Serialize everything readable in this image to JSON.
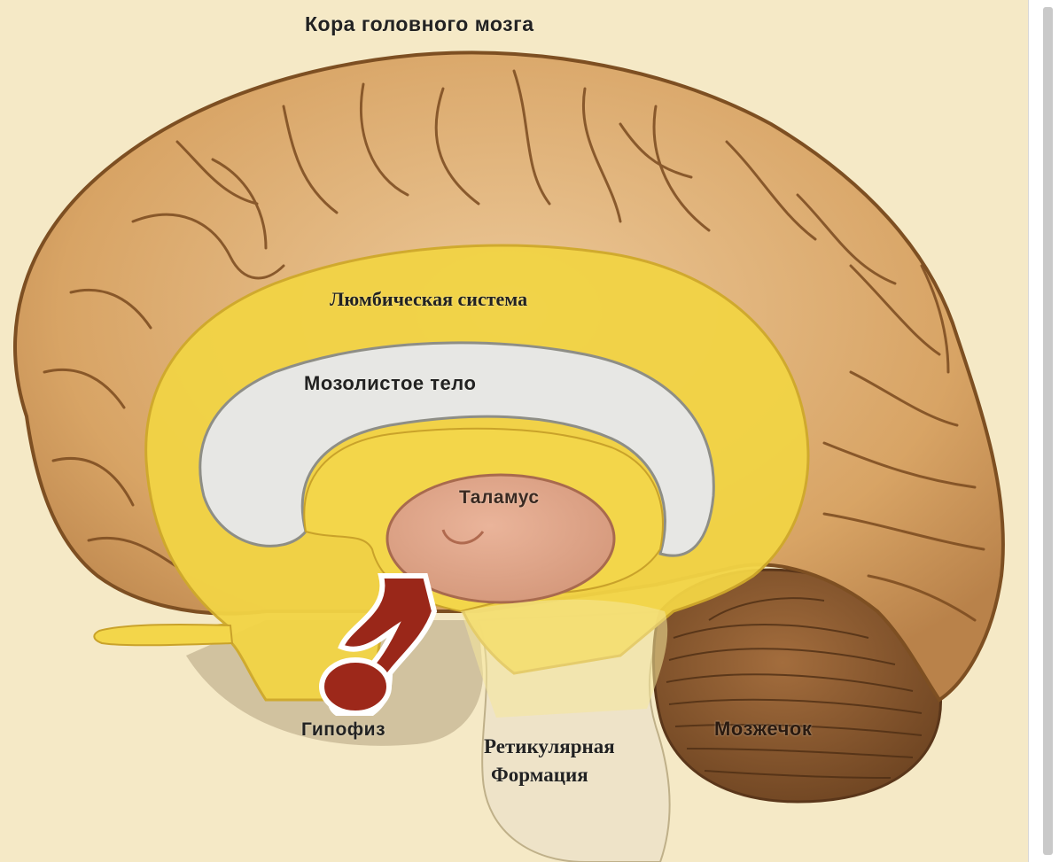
{
  "labels": {
    "cortex": "Кора головного мозга",
    "limbic": "Люмбическая система",
    "corpus_callosum": "Мозолистое тело",
    "thalamus": "Таламус",
    "pituitary": "Гипофиз",
    "reticular_line1": "Ретикулярная",
    "reticular_line2": "Формация",
    "cerebellum": "Мозжечок"
  },
  "colors": {
    "background": "#f5e9c6",
    "cortex": "#d9a96a",
    "cortex_dark": "#8a5a2b",
    "limbic": "#f3d64a",
    "corpus_callosum": "#e8e8e6",
    "thalamus": "#e2a98d",
    "pituitary": "#9c2a1c",
    "cerebellum": "#8a5a30",
    "brainstem": "#ede2c6"
  }
}
